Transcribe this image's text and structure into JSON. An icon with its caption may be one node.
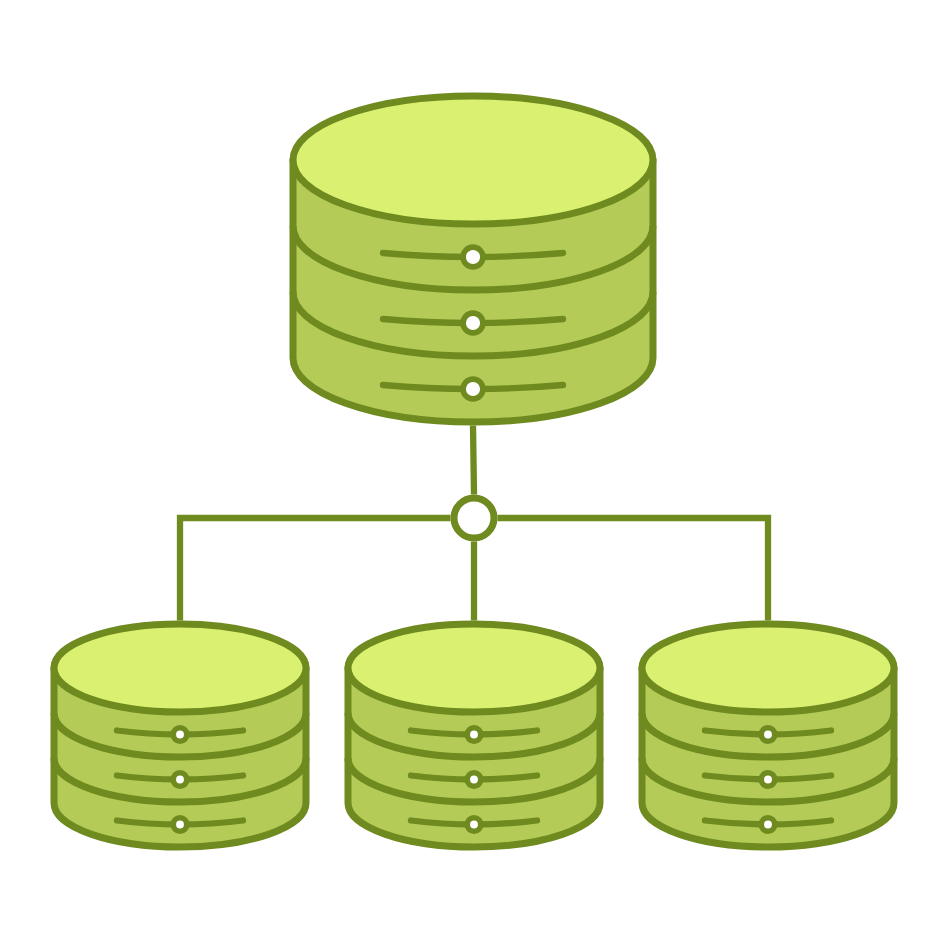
{
  "diagram": {
    "nodes": [
      {
        "text": [],
        "shape": "cylinder"
      },
      {
        "text": [],
        "shape": "circle"
      },
      {
        "text": [],
        "shape": "cylinder"
      },
      {
        "text": [],
        "shape": "cylinder"
      },
      {
        "text": [],
        "shape": "cylinder"
      }
    ],
    "edges": [
      {
        "from": 0,
        "to": 1,
        "arrow": "none"
      },
      {
        "from": 1,
        "to": 2,
        "arrow": "none"
      },
      {
        "from": 1,
        "to": 3,
        "arrow": "none"
      },
      {
        "from": 1,
        "to": 4,
        "arrow": "none"
      }
    ]
  }
}
